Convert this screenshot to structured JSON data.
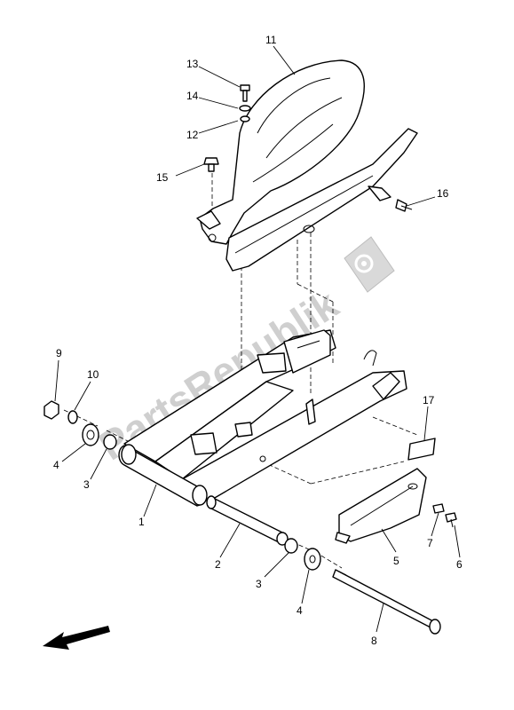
{
  "watermark": {
    "text": "PartsRepublik",
    "icon": "gear-icon"
  },
  "callouts": [
    {
      "id": "c11",
      "label": "11"
    },
    {
      "id": "c13",
      "label": "13"
    },
    {
      "id": "c14",
      "label": "14"
    },
    {
      "id": "c12",
      "label": "12"
    },
    {
      "id": "c15",
      "label": "15"
    },
    {
      "id": "c16",
      "label": "16"
    },
    {
      "id": "c9",
      "label": "9"
    },
    {
      "id": "c10",
      "label": "10"
    },
    {
      "id": "c4a",
      "label": "4"
    },
    {
      "id": "c3a",
      "label": "3"
    },
    {
      "id": "c17",
      "label": "17"
    },
    {
      "id": "c1",
      "label": "1"
    },
    {
      "id": "c2",
      "label": "2"
    },
    {
      "id": "c3b",
      "label": "3"
    },
    {
      "id": "c4b",
      "label": "4"
    },
    {
      "id": "c5",
      "label": "5"
    },
    {
      "id": "c7",
      "label": "7"
    },
    {
      "id": "c6",
      "label": "6"
    },
    {
      "id": "c8",
      "label": "8"
    }
  ],
  "direction_arrow": {
    "icon": "arrow-front-icon"
  }
}
